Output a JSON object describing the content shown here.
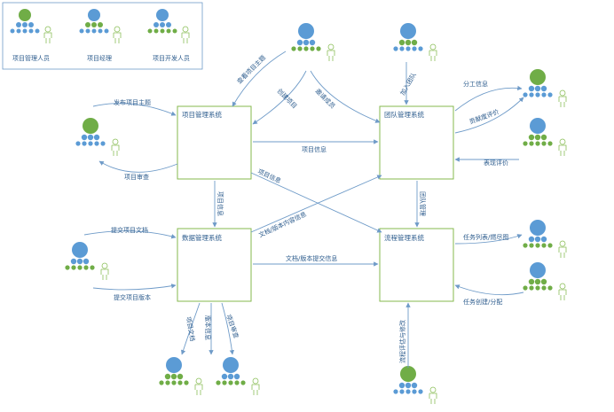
{
  "legend": {
    "items": [
      {
        "label": "项目管理人员",
        "role": "pm-staff"
      },
      {
        "label": "项目经理",
        "role": "manager"
      },
      {
        "label": "项目开发人员",
        "role": "developer"
      }
    ]
  },
  "systems": {
    "project": "项目管理系统",
    "team": "团队管理系统",
    "data": "数据管理系统",
    "flow": "流程管理系统"
  },
  "edge_labels": {
    "view_topic": "查看项目主题",
    "create_project": "创建项目",
    "invite_members": "邀请成员",
    "publish_topic": "发布项目主题",
    "project_review": "项目审查",
    "join_team": "加入团队",
    "division_info": "分工信息",
    "contribution_eval": "贡献度评价",
    "performance_eval": "表现评价",
    "project_info_h": "项目信息",
    "project_info_d": "项目信息",
    "project_info_v": "项目信息",
    "doc_version_content": "文档/版本内容信息",
    "team_mgmt": "团队管理",
    "submit_doc": "提交项目文档",
    "submit_version": "提交项目版本",
    "doc_version_submit": "文档/版本提交信息",
    "task_list": "任务列表/燃尽图",
    "task_create": "任务创建/分配",
    "process_eval": "流程评估与修改",
    "out_doc": "项目文档",
    "out_version": "版本信息",
    "out_review": "项目审查"
  },
  "colors": {
    "line": "#6f9bc8",
    "box_border": "#86b94e",
    "blue": "#5b9bd5",
    "green": "#70ad47",
    "text": "#2e5d8e"
  }
}
